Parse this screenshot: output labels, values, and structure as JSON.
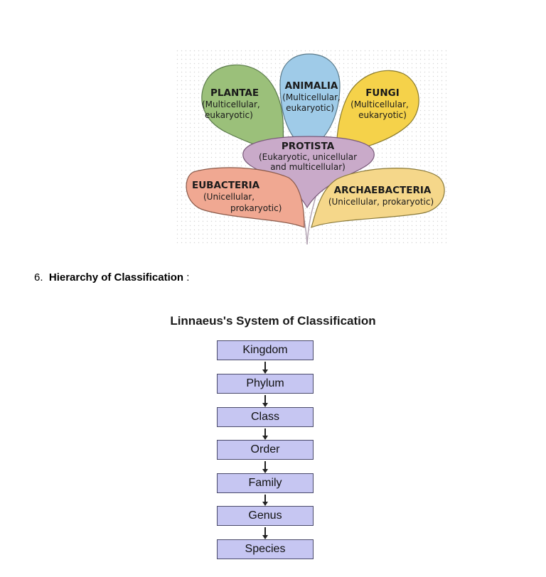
{
  "kingdoms": [
    {
      "name": "PLANTAE",
      "desc": [
        "(Multicellular,",
        "eukaryotic)"
      ],
      "color": "#9bc07a"
    },
    {
      "name": "ANIMALIA",
      "desc": [
        "(Multicellular,",
        "eukaryotic)"
      ],
      "color": "#9fcbe8"
    },
    {
      "name": "FUNGI",
      "desc": [
        "(Multicellular,",
        "eukaryotic)"
      ],
      "color": "#f5d24a"
    },
    {
      "name": "PROTISTA",
      "desc": [
        "(Eukaryotic, unicellular",
        "and multicellular)"
      ],
      "color": "#c9aac9"
    },
    {
      "name": "EUBACTERIA",
      "desc": [
        "(Unicellular,",
        "prokaryotic)"
      ],
      "color": "#f0a892"
    },
    {
      "name": "ARCHAEBACTERIA",
      "desc": [
        "(Unicellular, prokaryotic)"
      ],
      "color": "#f5d78a"
    }
  ],
  "section": {
    "number": "6.",
    "title": "Hierarchy of Classification",
    "suffix": ":"
  },
  "hierarchy": {
    "title": "Linnaeus's System of Classification",
    "levels": [
      "Kingdom",
      "Phylum",
      "Class",
      "Order",
      "Family",
      "Genus",
      "Species"
    ],
    "box_color": "#c6c6f2"
  }
}
